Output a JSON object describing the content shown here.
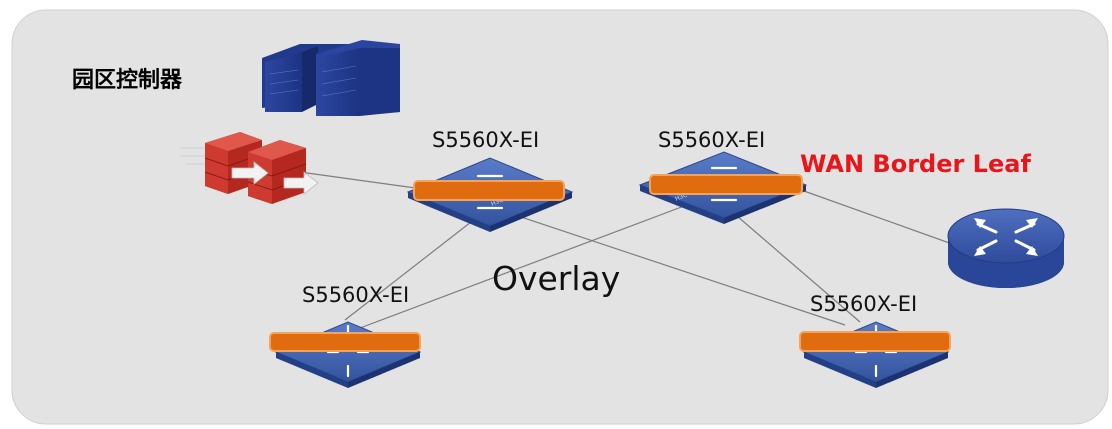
{
  "labels": {
    "controller": "园区控制器",
    "switch_top_left": "S5560X-EI",
    "switch_top_right": "S5560X-EI",
    "switch_bottom_left": "S5560X-EI",
    "switch_bottom_right": "S5560X-EI",
    "wan_border_leaf": "WAN Border Leaf",
    "overlay": "Overlay"
  },
  "colors": {
    "panel_background": "#e3e3e3",
    "switch_blue": "#3b5da9",
    "highlight_bar": "#e06c0f",
    "wan_label": "#e8151b",
    "firewall_red": "#c8302a",
    "server_blue": "#2f49a5",
    "router_blue": "#3653a6"
  },
  "icons": {
    "controller": "server-stack-icon",
    "security": "firewall-icon",
    "switch": "switch-icon",
    "router": "router-icon"
  }
}
